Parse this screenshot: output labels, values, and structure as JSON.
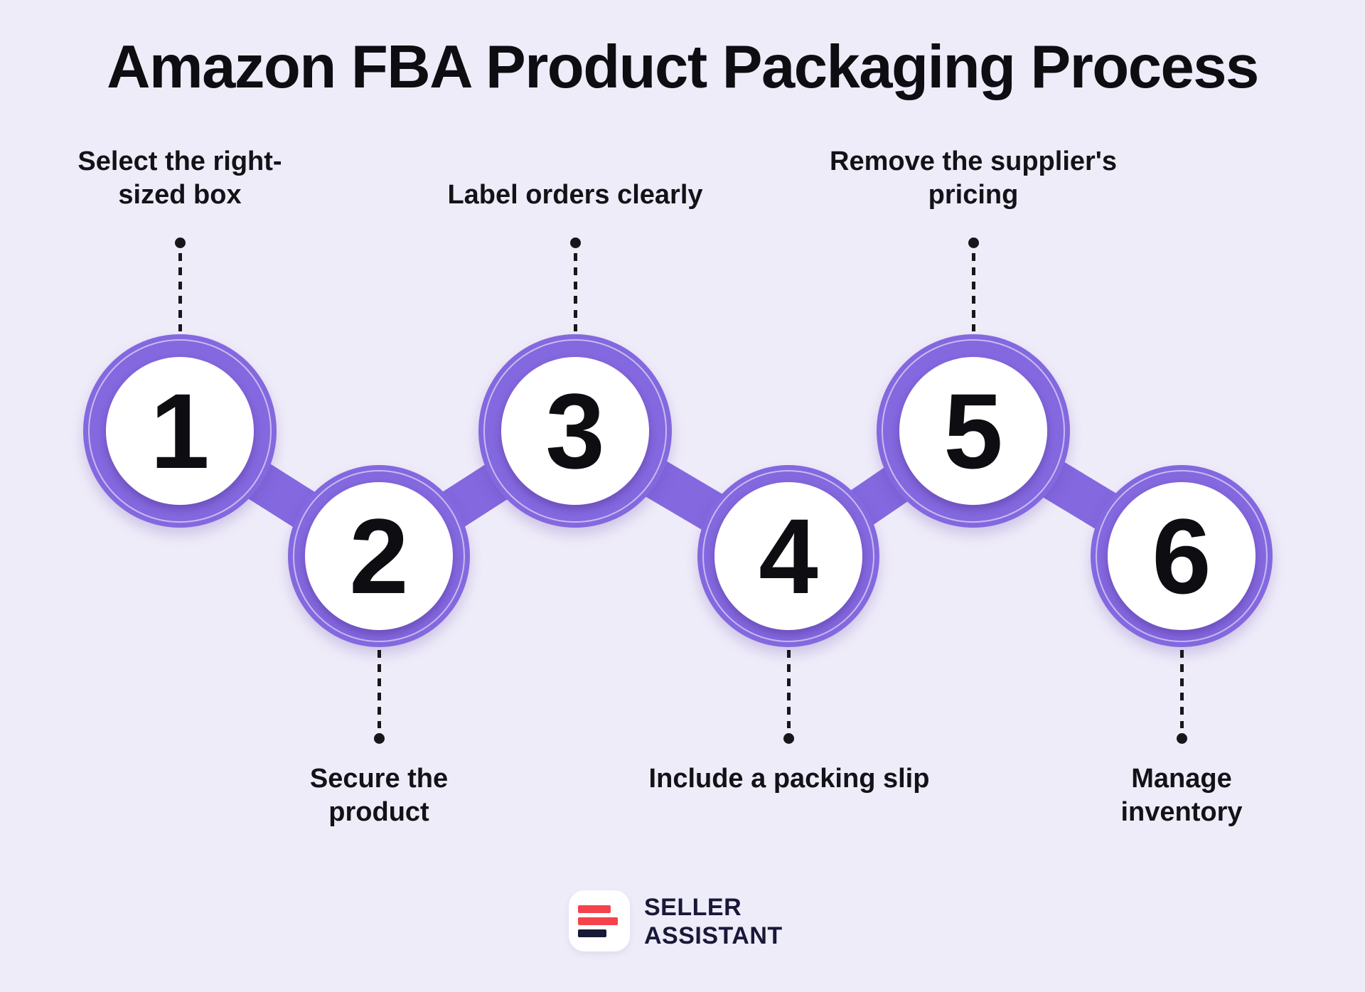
{
  "title": "Amazon FBA Product Packaging Process",
  "steps": [
    {
      "number": "1",
      "label": "Select the right-sized box",
      "label_position": "top"
    },
    {
      "number": "2",
      "label": "Secure the product",
      "label_position": "bottom"
    },
    {
      "number": "3",
      "label": "Label orders clearly",
      "label_position": "top"
    },
    {
      "number": "4",
      "label": "Include a packing slip",
      "label_position": "bottom"
    },
    {
      "number": "5",
      "label": "Remove the supplier's pricing",
      "label_position": "top"
    },
    {
      "number": "6",
      "label": "Manage inventory",
      "label_position": "bottom"
    }
  ],
  "brand": {
    "name_line1": "SELLER",
    "name_line2": "ASSISTANT",
    "logo_icon": "three-bars-logo"
  },
  "colors": {
    "background": "#EFECF9",
    "accent_purple": "#8468DF",
    "text": "#121217",
    "logo_red": "#F4434C",
    "logo_navy": "#181838"
  }
}
